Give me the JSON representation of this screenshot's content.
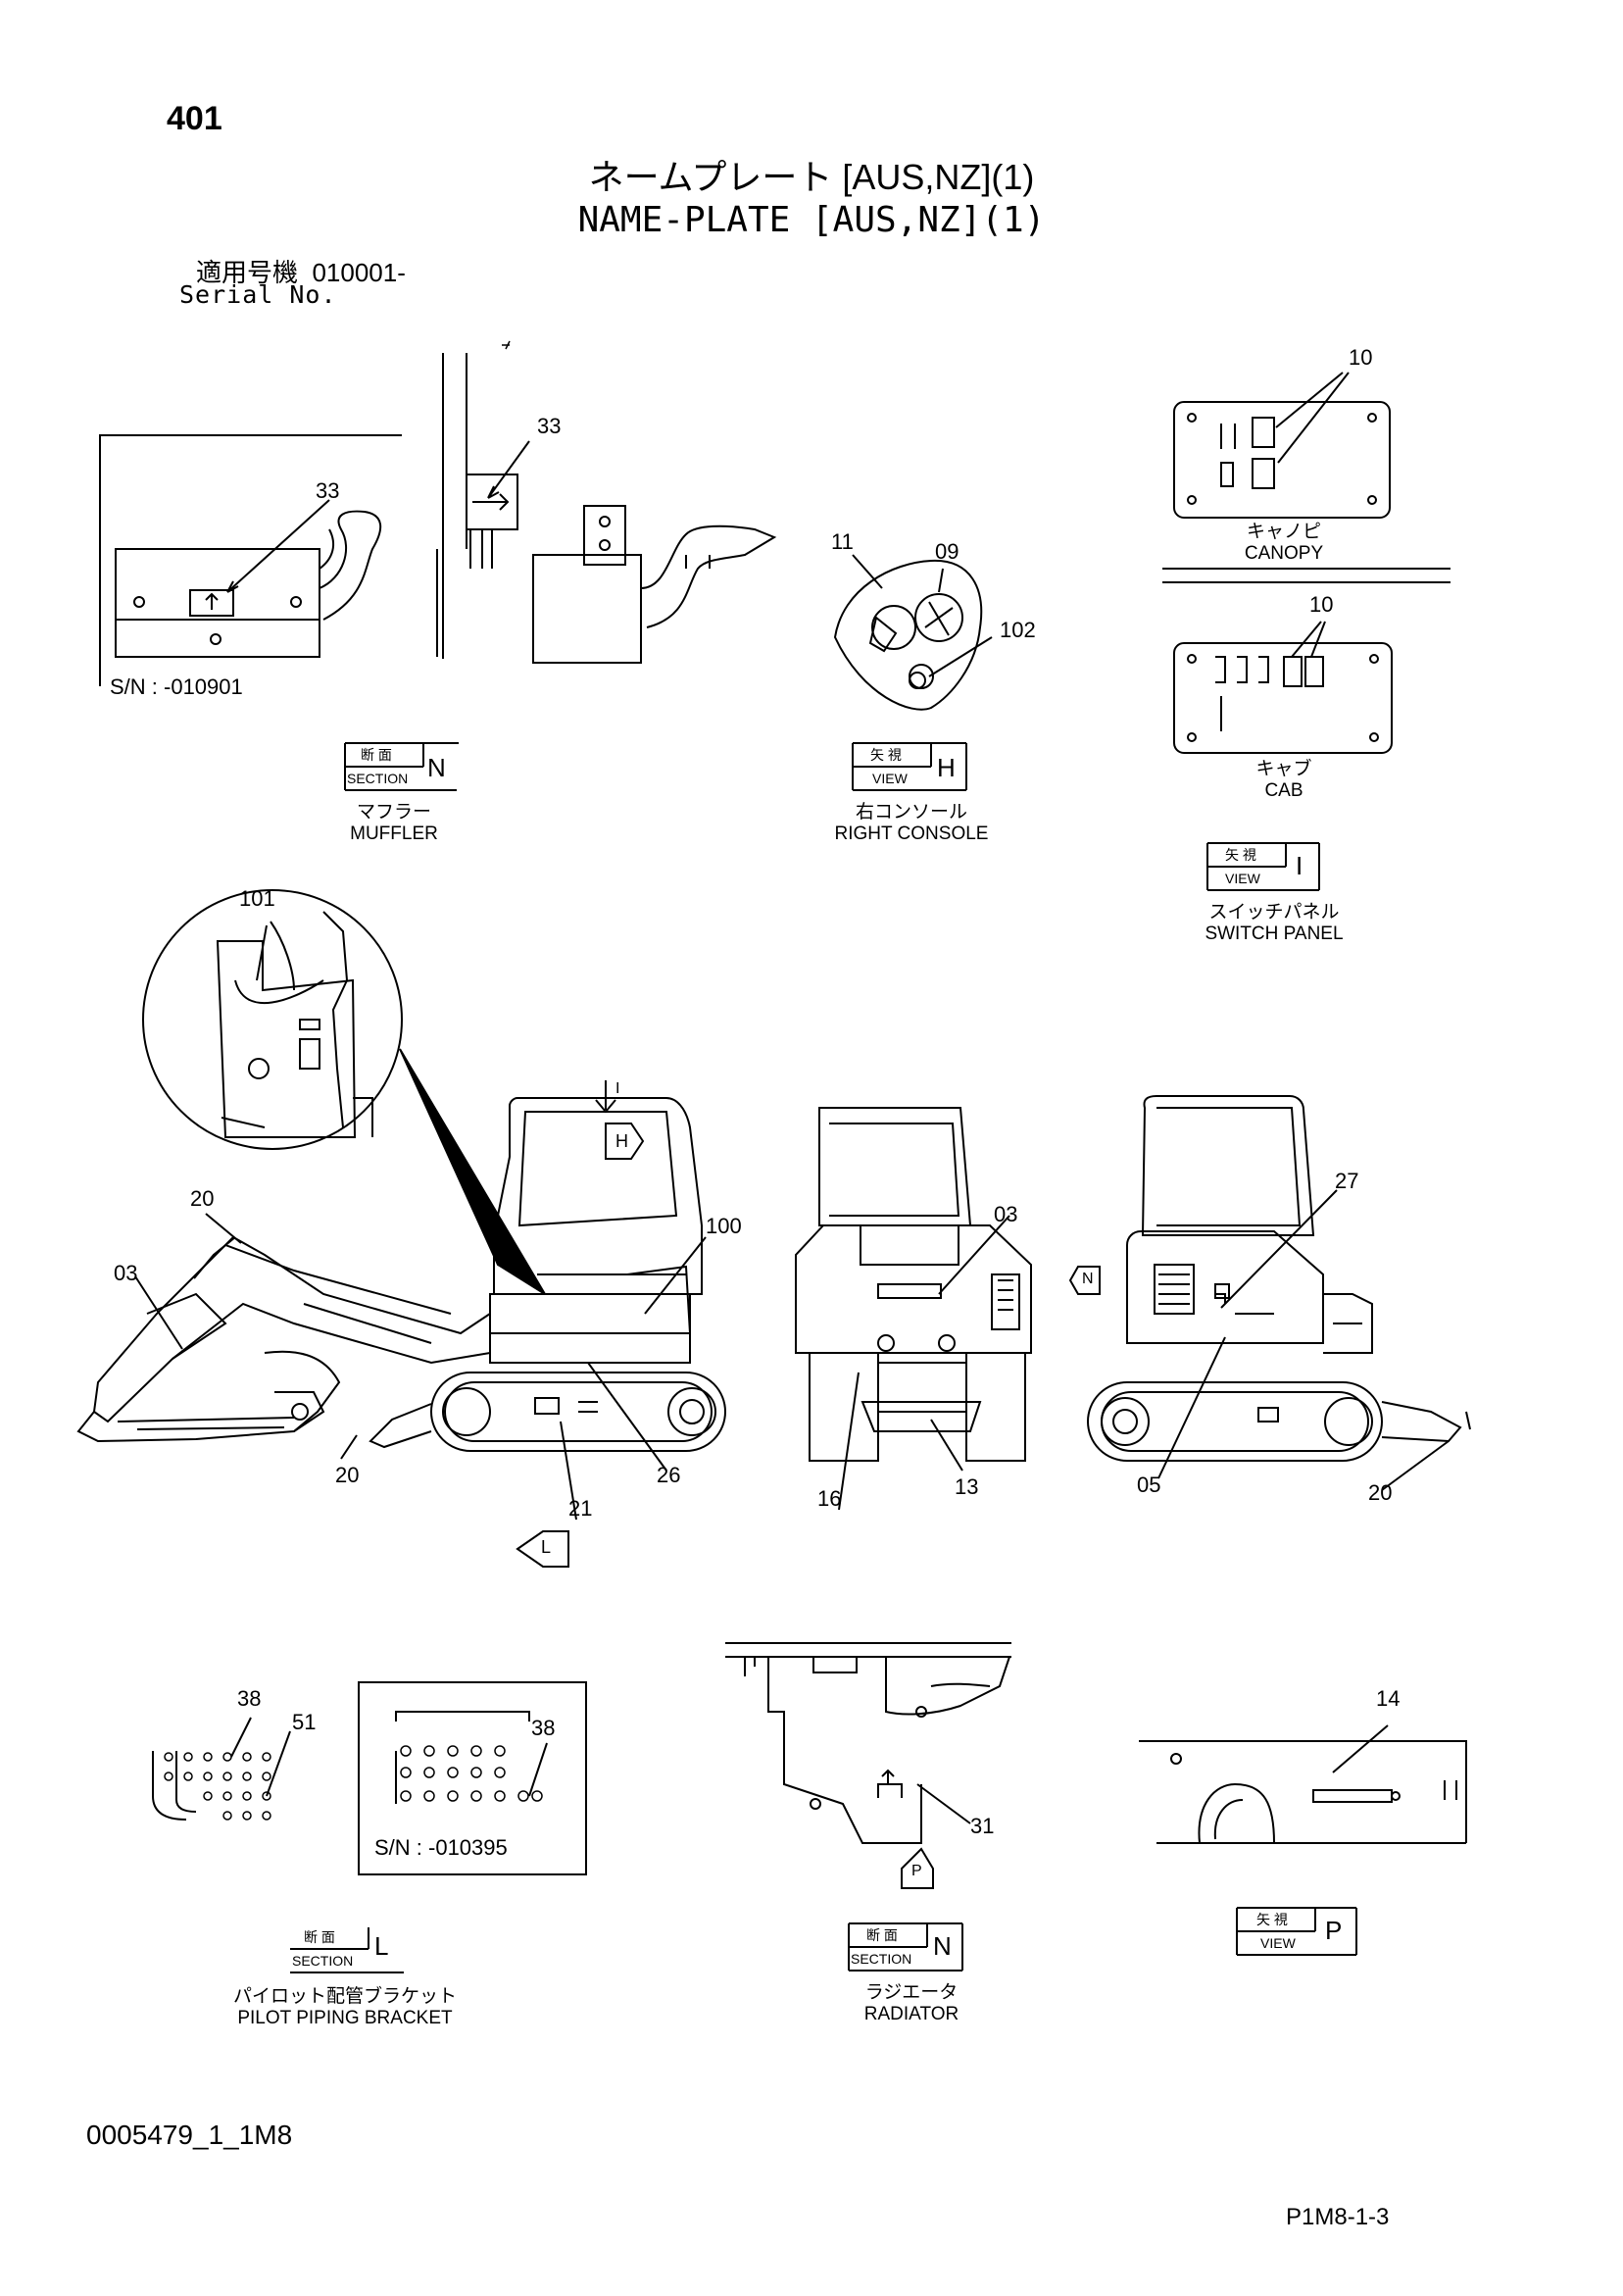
{
  "header": {
    "page_number": "401",
    "title_jp": "ネームプレート [AUS,NZ](1)",
    "title_en": "NAME-PLATE [AUS,NZ](1)",
    "serial_label_jp": "適用号機",
    "serial_value": "010001-",
    "serial_label_en": "Serial No."
  },
  "section_word": "SECTION",
  "view_word": "VIEW",
  "kanji_section": "断 面",
  "kanji_view": "矢 視",
  "views": {
    "muffler": {
      "letter": "N",
      "jp": "マフラー",
      "en": "MUFFLER",
      "sn": "S/N : -010901"
    },
    "right_console": {
      "letter": "H",
      "jp": "右コンソール",
      "en": "RIGHT CONSOLE"
    },
    "canopy": {
      "jp": "キャノピ",
      "en": "CANOPY"
    },
    "cab": {
      "jp": "キャブ",
      "en": "CAB"
    },
    "switch_panel": {
      "letter": "I",
      "jp": "スイッチパネル",
      "en": "SWITCH PANEL"
    },
    "pilot_piping": {
      "letter": "L",
      "jp": "パイロット配管ブラケット",
      "en": "PILOT PIPING BRACKET",
      "sn": "S/N : -010395"
    },
    "radiator": {
      "letter": "N",
      "jp": "ラジエータ",
      "en": "RADIATOR"
    },
    "view_p": {
      "letter": "P"
    }
  },
  "arrow_letters": {
    "i": "I",
    "h": "H",
    "l": "L",
    "n": "N",
    "p": "P"
  },
  "callouts": {
    "c33a": "33",
    "c33b": "33",
    "c10a": "10",
    "c10b": "10",
    "c11": "11",
    "c09": "09",
    "c102": "102",
    "c101": "101",
    "c20a": "20",
    "c03a": "03",
    "c20b": "20",
    "c100": "100",
    "c26": "26",
    "c21": "21",
    "c03b": "03",
    "c16": "16",
    "c13": "13",
    "c27": "27",
    "c05": "05",
    "c20c": "20",
    "c38a": "38",
    "c51": "51",
    "c38b": "38",
    "c31": "31",
    "c14": "14"
  },
  "footer": {
    "code": "0005479_1_1M8",
    "page_ref": "P1M8-1-3"
  }
}
